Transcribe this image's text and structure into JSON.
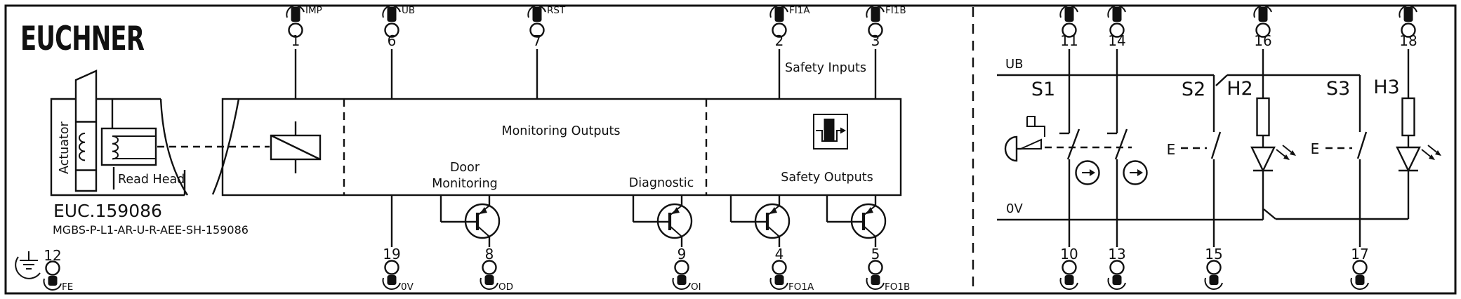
{
  "brand": "EUCHNER",
  "product": {
    "order_code": "EUC.159086",
    "type_code": "MGBS-P-L1-AR-U-R-AEE-SH-159086"
  },
  "left_assembly": {
    "actuator_label": "Actuator",
    "read_head_label": "Read Head"
  },
  "block": {
    "monitoring_outputs": "Monitoring Outputs",
    "door_monitoring_line1": "Door",
    "door_monitoring_line2": "Monitoring",
    "diagnostic": "Diagnostic",
    "safety_inputs": "Safety Inputs",
    "safety_outputs": "Safety Outputs"
  },
  "rails": {
    "ub": "UB",
    "ov": "0V"
  },
  "external_circuit": {
    "s1": "S1",
    "s2": "S2",
    "s3": "S3",
    "h2": "H2",
    "h3": "H3",
    "e_s2": "E",
    "e_s3": "E"
  },
  "terminals": {
    "top": [
      {
        "num": "1",
        "label": "IMP"
      },
      {
        "num": "6",
        "label": "UB"
      },
      {
        "num": "7",
        "label": "RST"
      },
      {
        "num": "2",
        "label": "FI1A"
      },
      {
        "num": "3",
        "label": "FI1B"
      },
      {
        "num": "11",
        "label": ""
      },
      {
        "num": "14",
        "label": ""
      },
      {
        "num": "16",
        "label": ""
      },
      {
        "num": "18",
        "label": ""
      }
    ],
    "bottom": [
      {
        "num": "12",
        "label": "FE"
      },
      {
        "num": "19",
        "label": "0V"
      },
      {
        "num": "8",
        "label": "OD"
      },
      {
        "num": "9",
        "label": "OI"
      },
      {
        "num": "4",
        "label": "FO1A"
      },
      {
        "num": "5",
        "label": "FO1B"
      },
      {
        "num": "10",
        "label": ""
      },
      {
        "num": "13",
        "label": ""
      },
      {
        "num": "15",
        "label": ""
      },
      {
        "num": "17",
        "label": ""
      }
    ]
  },
  "colors": {
    "line": "#111111",
    "background": "#ffffff"
  }
}
